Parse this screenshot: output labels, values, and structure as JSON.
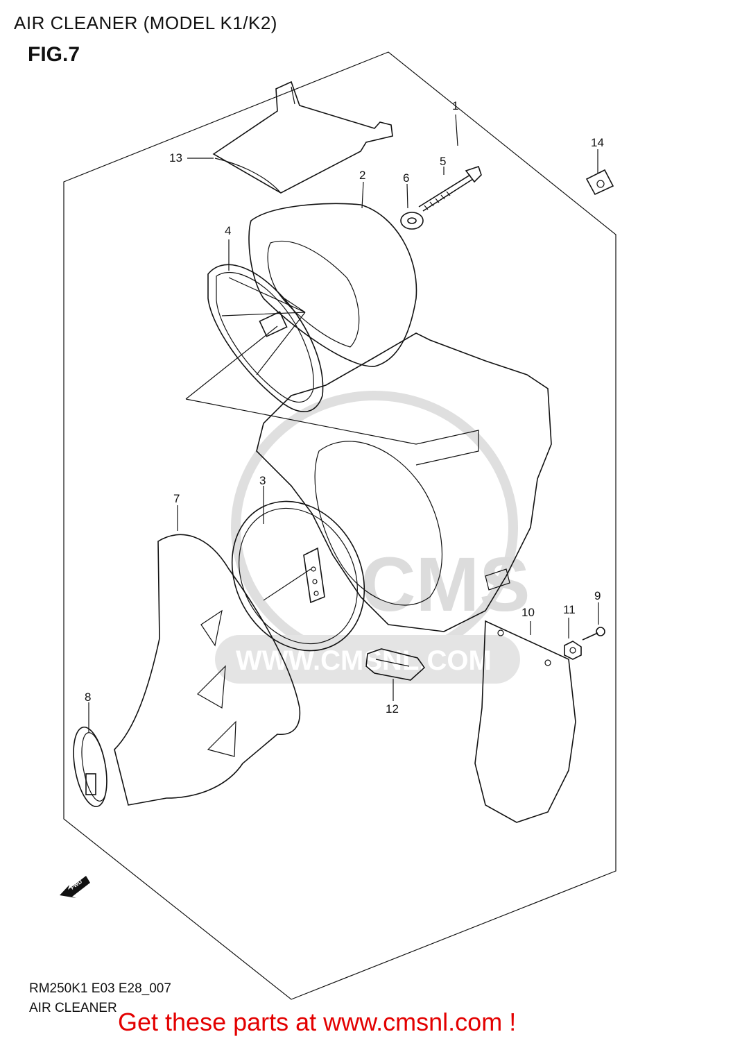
{
  "header": {
    "title": "AIR CLEANER (MODEL K1/K2)",
    "figure": "FIG.7"
  },
  "watermark": {
    "brand": "CMS",
    "url": "WWW.CMSNL.COM"
  },
  "direction_badge": "FWD",
  "parts": [
    {
      "id": "1"
    },
    {
      "id": "2"
    },
    {
      "id": "3"
    },
    {
      "id": "4"
    },
    {
      "id": "5"
    },
    {
      "id": "6"
    },
    {
      "id": "7"
    },
    {
      "id": "8"
    },
    {
      "id": "9"
    },
    {
      "id": "10"
    },
    {
      "id": "11"
    },
    {
      "id": "12"
    },
    {
      "id": "13"
    },
    {
      "id": "14"
    }
  ],
  "footer": {
    "code": "RM250K1 E03 E28_007",
    "name": "AIR CLEANER"
  },
  "promo": {
    "text": "Get these parts at www.cmsnl.com !",
    "color": "#e30000"
  }
}
